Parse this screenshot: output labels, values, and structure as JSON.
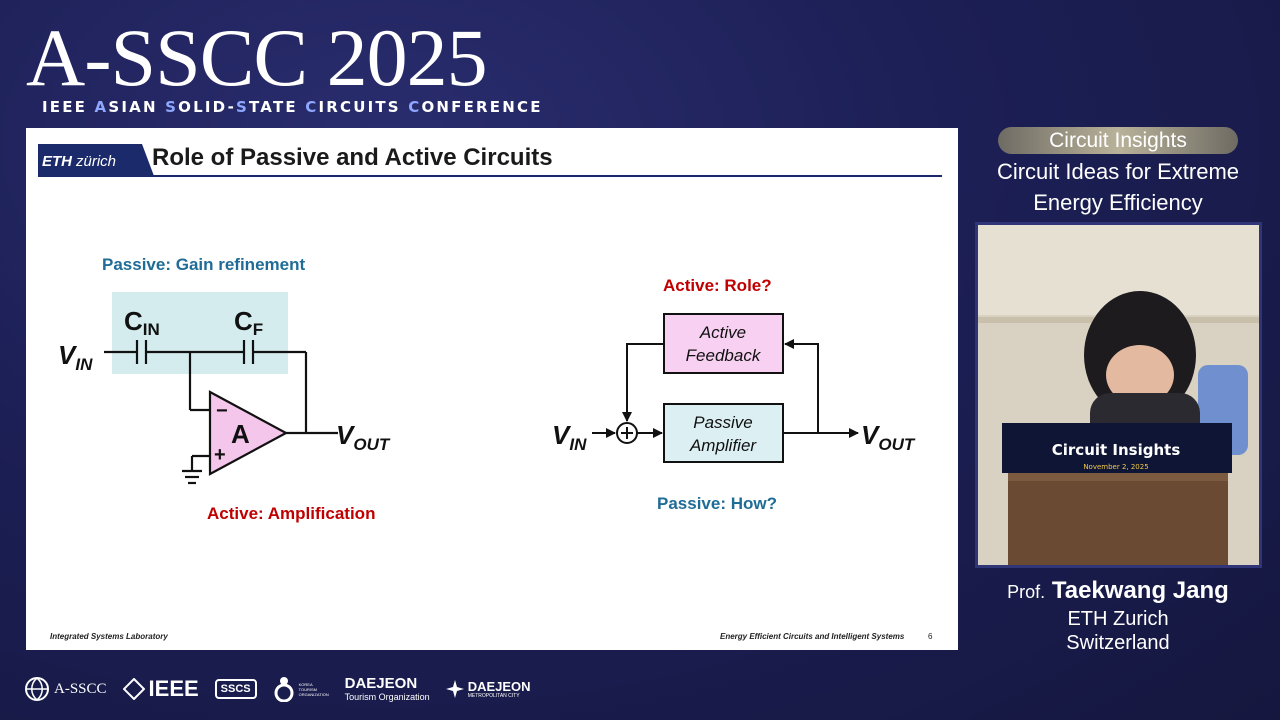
{
  "conference": {
    "title": "A-SSCC 2025",
    "subtitle_parts": [
      "IEEE ",
      "A",
      "SIAN ",
      "S",
      "OLID-",
      "S",
      "TATE ",
      "C",
      "IRCUITS ",
      "C",
      "ONFERENCE"
    ]
  },
  "slide": {
    "logo_bold": "ETH",
    "logo_light": "zürich",
    "title": "Role of Passive and Active Circuits",
    "footer_left": "Integrated Systems Laboratory",
    "footer_right": "Energy Efficient Circuits and Intelligent Systems",
    "page_number": "6",
    "left_circuit": {
      "passive_label": "Passive: Gain refinement",
      "active_label": "Active: Amplification",
      "cin_main": "C",
      "cin_sub": "IN",
      "cf_main": "C",
      "cf_sub": "F",
      "vin_main": "V",
      "vin_sub": "IN",
      "vout_main": "V",
      "vout_sub": "OUT",
      "amp_label": "A",
      "minus": "−",
      "plus": "+"
    },
    "right_circuit": {
      "active_label": "Active: Role?",
      "passive_label": "Passive: How?",
      "feedback_line1": "Active",
      "feedback_line2": "Feedback",
      "amp_line1": "Passive",
      "amp_line2": "Amplifier",
      "vin_main": "V",
      "vin_sub": "IN",
      "vout_main": "V",
      "vout_sub": "OUT"
    },
    "colors": {
      "passive_blue": "#1f6c96",
      "active_red": "#c00000",
      "cap_highlight": "#d4ecee",
      "amp_fill": "#f4c6ec",
      "box_fill_pink": "#f8d0f2",
      "box_fill_cyan": "#dcf0f3",
      "rule_navy": "#1b2a6b"
    }
  },
  "sidebar": {
    "series": "Circuit Insights",
    "talk_title": [
      "Circuit Ideas for Extreme",
      "Energy Efficiency"
    ],
    "speaker_prefix": "Prof.",
    "speaker_name": "Taekwang Jang",
    "affiliation": "ETH Zurich",
    "country": "Switzerland",
    "podium_sign": "Circuit Insights",
    "podium_date": "November 2, 2025"
  },
  "sponsors": {
    "asscc": "A-SSCC",
    "ieee": "IEEE",
    "sscs": "SSCS",
    "kto": "KOREA TOURISM ORGANIZATION",
    "daejeon_to_main": "DAEJEON",
    "daejeon_to_sub": "Tourism Organization",
    "daejeon_city_main": "DAEJEON",
    "daejeon_city_sub": "METROPOLITAN CITY"
  }
}
